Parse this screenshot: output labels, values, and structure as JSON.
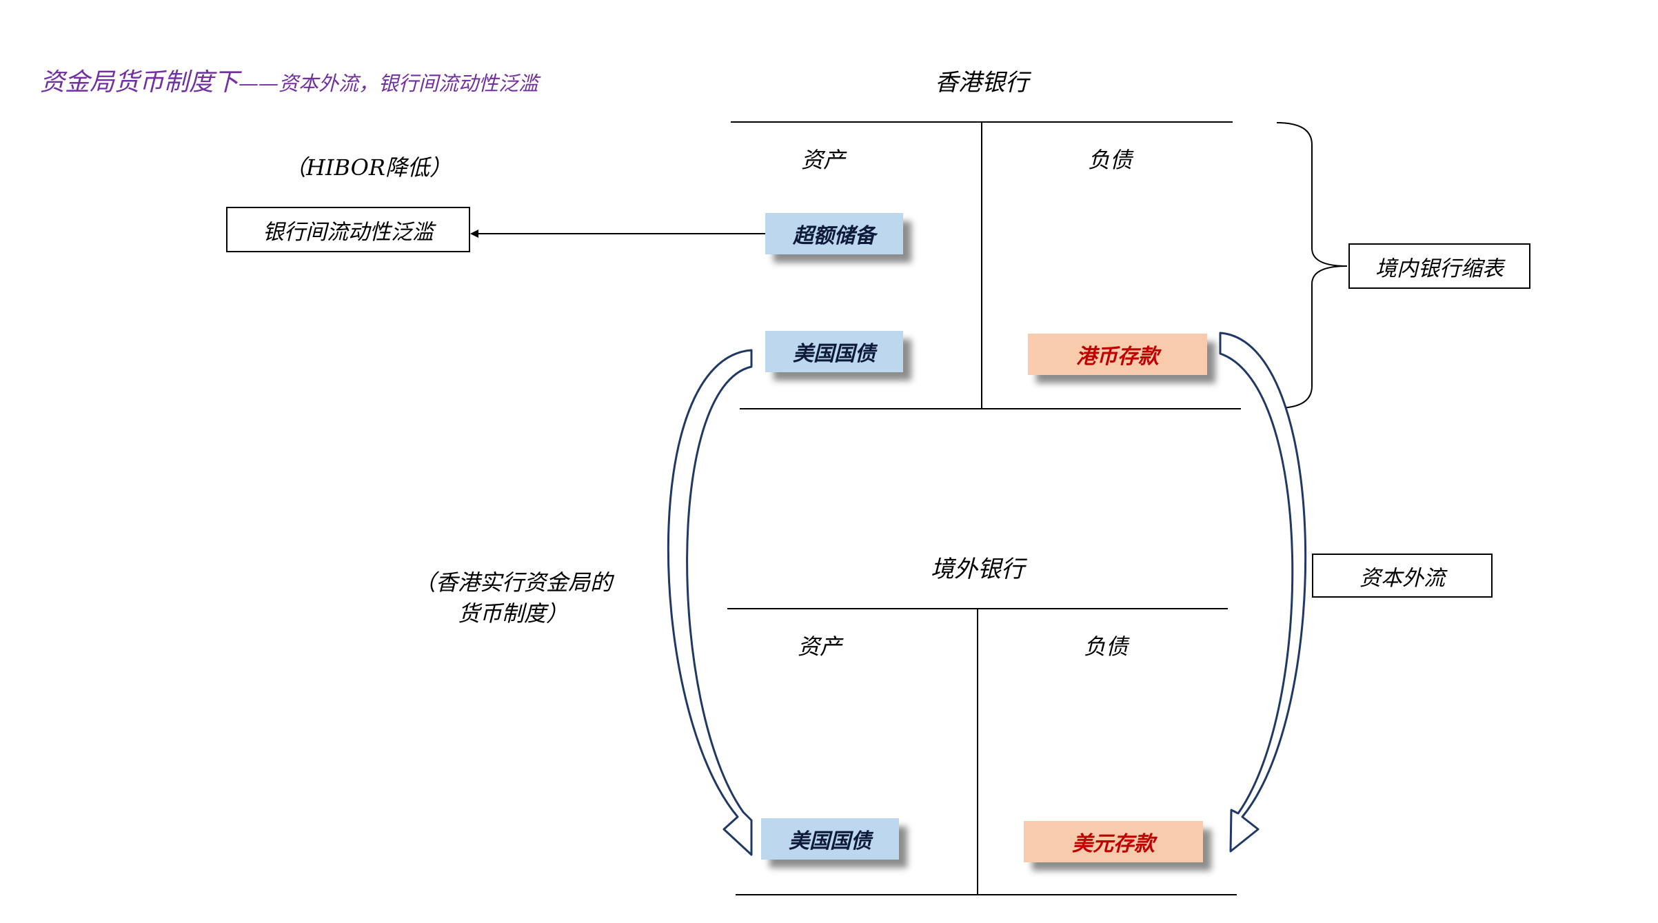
{
  "title": {
    "main": "资金局货币制度下",
    "sub": "——资本外流，银行间流动性泛滥"
  },
  "hibor_note": "（HIBOR降低）",
  "liquidity_box": "银行间流动性泛滥",
  "hk_bank": {
    "title": "香港银行",
    "assets_header": "资产",
    "liabilities_header": "负债",
    "excess_reserves": "超额储备",
    "us_treasuries": "美国国债",
    "hkd_deposits": "港币存款"
  },
  "offshore_bank": {
    "title": "境外银行",
    "assets_header": "资产",
    "liabilities_header": "负债",
    "us_treasuries": "美国国债",
    "usd_deposits": "美元存款"
  },
  "domestic_shrink_box": "境内银行缩表",
  "capital_outflow_box": "资本外流",
  "currency_board_note": {
    "line1": "（香港实行资金局的",
    "line2": "货币制度）"
  },
  "colors": {
    "title": "#7030a0",
    "asset_tag": "#bdd7ee",
    "liability_tag": "#f8cbad",
    "liability_text": "#c00000",
    "arrow_outline": "#1f3864"
  }
}
